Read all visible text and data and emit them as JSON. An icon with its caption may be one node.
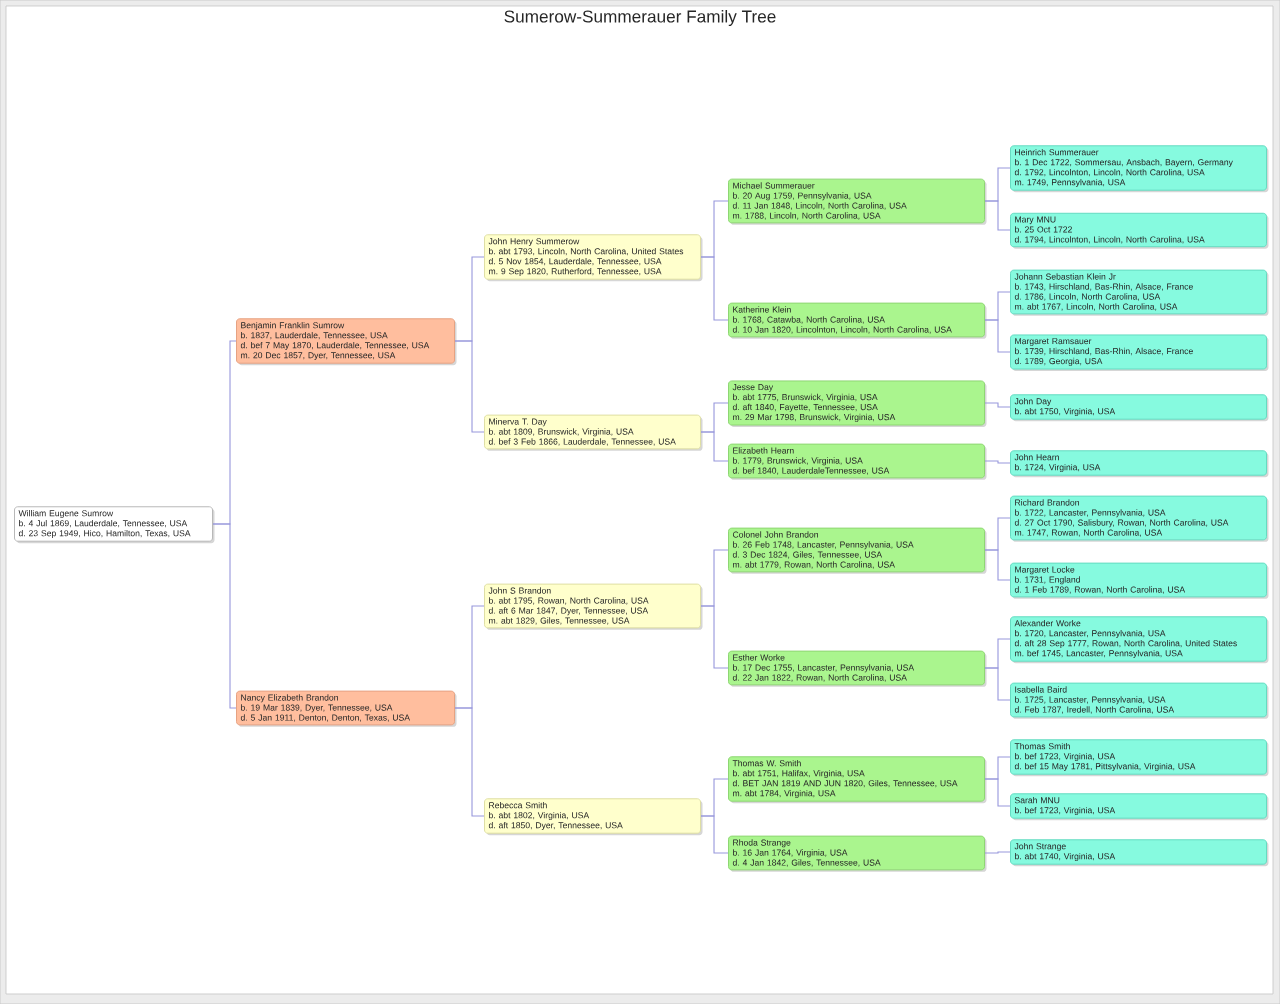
{
  "diagram": {
    "title": "Sumerow-Summerauer Family Tree",
    "nodes": [
      {
        "text": [
          "William Eugene Sumrow",
          "b. 4 Jul 1869, Lauderdale, Tennessee, USA",
          "d. 23 Sep 1949, Hico, Hamilton, Texas, USA"
        ]
      },
      {
        "text": [
          "Benjamin Franklin Sumrow",
          "b. 1837, Lauderdale, Tennessee, USA",
          "d. bef 7 May 1870, Lauderdale, Tennessee, USA",
          "m. 20 Dec 1857, Dyer, Tennessee, USA"
        ]
      },
      {
        "text": [
          "Nancy Elizabeth Brandon",
          "b. 19 Mar 1839, Dyer, Tennessee, USA",
          "d. 5 Jan 1911, Denton, Denton, Texas, USA"
        ]
      },
      {
        "text": [
          "John Henry Summerow",
          "b. abt 1793, Lincoln, North Carolina, United States",
          "d. 5 Nov 1854, Lauderdale, Tennessee, USA",
          "m. 9 Sep 1820, Rutherford, Tennessee, USA"
        ]
      },
      {
        "text": [
          "Minerva T. Day",
          "b. abt 1809, Brunswick, Virginia, USA",
          "d. bef 3 Feb 1866, Lauderdale, Tennessee, USA"
        ]
      },
      {
        "text": [
          "John S Brandon",
          "b. abt 1795, Rowan, North Carolina, USA",
          "d. aft 6 Mar 1847, Dyer, Tennessee, USA",
          "m. abt 1829, Giles, Tennessee, USA"
        ]
      },
      {
        "text": [
          "Rebecca Smith",
          "b. abt 1802, Virginia, USA",
          "d. aft 1850, Dyer, Tennessee, USA"
        ]
      },
      {
        "text": [
          "Michael Summerauer",
          "b. 20 Aug 1759, Pennsylvania, USA",
          "d. 11 Jan 1848, Lincoln, North Carolina, USA",
          "m. 1788, Lincoln, North Carolina, USA"
        ]
      },
      {
        "text": [
          "Katherine Klein",
          "b. 1768, Catawba, North Carolina, USA",
          "d. 10 Jan 1820, Lincolnton, Lincoln, North Carolina, USA"
        ]
      },
      {
        "text": [
          "Jesse Day",
          "b. abt 1775, Brunswick, Virginia, USA",
          "d. aft 1840, Fayette, Tennessee, USA",
          "m. 29 Mar 1798, Brunswick, Virginia, USA"
        ]
      },
      {
        "text": [
          "Elizabeth Hearn",
          "b. 1779, Brunswick, Virginia, USA",
          "d. bef 1840, LauderdaleTennessee, USA"
        ]
      },
      {
        "text": [
          "Colonel John Brandon",
          "b. 26 Feb 1748, Lancaster, Pennsylvania, USA",
          "d. 3 Dec 1824, Giles, Tennessee, USA",
          "m. abt 1779, Rowan, North Carolina, USA"
        ]
      },
      {
        "text": [
          "Esther Worke",
          "b. 17 Dec 1755, Lancaster, Pennsylvania, USA",
          "d. 22 Jan 1822, Rowan, North Carolina, USA"
        ]
      },
      {
        "text": [
          "Thomas W. Smith",
          "b. abt 1751, Halifax, Virginia, USA",
          "d. BET JAN 1819 AND JUN 1820, Giles, Tennessee, USA",
          "m. abt 1784, Virginia, USA"
        ]
      },
      {
        "text": [
          "Rhoda Strange",
          "b. 16 Jan 1764, Virginia, USA",
          "d. 4 Jan 1842, Giles, Tennessee, USA"
        ]
      },
      {
        "text": [
          "Heinrich Summerauer",
          "b. 1 Dec 1722, Sommersau, Ansbach, Bayern, Germany",
          "d. 1792, Lincolnton, Lincoln, North Carolina, USA",
          "m. 1749, Pennsylvania, USA"
        ]
      },
      {
        "text": [
          "Mary MNU",
          "b. 25 Oct 1722",
          "d. 1794, Lincolnton, Lincoln, North Carolina, USA"
        ]
      },
      {
        "text": [
          "Johann Sebastian Klein Jr",
          "b. 1743, Hirschland, Bas-Rhin, Alsace, France",
          "d. 1786, Lincoln, North Carolina, USA",
          "m. abt 1767, Lincoln, North Carolina, USA"
        ]
      },
      {
        "text": [
          "Margaret Ramsauer",
          "b. 1739, Hirschland, Bas-Rhin, Alsace, France",
          "d. 1789, Georgia, USA"
        ]
      },
      {
        "text": [
          "John Day",
          "b. abt 1750, Virginia, USA"
        ]
      },
      {
        "text": [
          "John Hearn",
          "b. 1724, Virginia, USA"
        ]
      },
      {
        "text": [
          "Richard Brandon",
          "b. 1722, Lancaster, Pennsylvania, USA",
          "d. 27 Oct 1790, Salisbury, Rowan, North Carolina, USA",
          "m. 1747, Rowan, North Carolina, USA"
        ]
      },
      {
        "text": [
          "Margaret Locke",
          "b. 1731, England",
          "d. 1 Feb 1789, Rowan, North Carolina, USA"
        ]
      },
      {
        "text": [
          "Alexander Worke",
          "b. 1720, Lancaster, Pennsylvania, USA",
          "d. aft 28 Sep 1777, Rowan, North Carolina, United States",
          "m. bef 1745, Lancaster, Pennsylvania, USA"
        ]
      },
      {
        "text": [
          "Isabella Baird",
          "b. 1725, Lancaster, Pennsylvania, USA",
          "d. Feb 1787, Iredell, North Carolina, USA"
        ]
      },
      {
        "text": [
          "Thomas Smith",
          "b. bef 1723, Virginia, USA",
          "d. bef 15 May 1781, Pittsylvania, Virginia, USA"
        ]
      },
      {
        "text": [
          "Sarah MNU",
          "b. bef 1723, Virginia, USA"
        ]
      },
      {
        "text": [
          "John Strange",
          "b. abt 1740, Virginia, USA"
        ]
      }
    ],
    "edges": [
      {
        "from": 0,
        "to": 1,
        "arrow": "none"
      },
      {
        "from": 0,
        "to": 2,
        "arrow": "none"
      },
      {
        "from": 1,
        "to": 3,
        "arrow": "none"
      },
      {
        "from": 1,
        "to": 4,
        "arrow": "none"
      },
      {
        "from": 2,
        "to": 5,
        "arrow": "none"
      },
      {
        "from": 2,
        "to": 6,
        "arrow": "none"
      },
      {
        "from": 3,
        "to": 7,
        "arrow": "none"
      },
      {
        "from": 3,
        "to": 8,
        "arrow": "none"
      },
      {
        "from": 4,
        "to": 9,
        "arrow": "none"
      },
      {
        "from": 4,
        "to": 10,
        "arrow": "none"
      },
      {
        "from": 5,
        "to": 11,
        "arrow": "none"
      },
      {
        "from": 5,
        "to": 12,
        "arrow": "none"
      },
      {
        "from": 6,
        "to": 13,
        "arrow": "none"
      },
      {
        "from": 6,
        "to": 14,
        "arrow": "none"
      },
      {
        "from": 7,
        "to": 15,
        "arrow": "none"
      },
      {
        "from": 7,
        "to": 16,
        "arrow": "none"
      },
      {
        "from": 8,
        "to": 17,
        "arrow": "none"
      },
      {
        "from": 8,
        "to": 18,
        "arrow": "none"
      },
      {
        "from": 9,
        "to": 19,
        "arrow": "none"
      },
      {
        "from": 10,
        "to": 20,
        "arrow": "none"
      },
      {
        "from": 11,
        "to": 21,
        "arrow": "none"
      },
      {
        "from": 11,
        "to": 22,
        "arrow": "none"
      },
      {
        "from": 12,
        "to": 23,
        "arrow": "none"
      },
      {
        "from": 12,
        "to": 24,
        "arrow": "none"
      },
      {
        "from": 13,
        "to": 25,
        "arrow": "none"
      },
      {
        "from": 13,
        "to": 26,
        "arrow": "none"
      },
      {
        "from": 14,
        "to": 27,
        "arrow": "none"
      }
    ]
  }
}
